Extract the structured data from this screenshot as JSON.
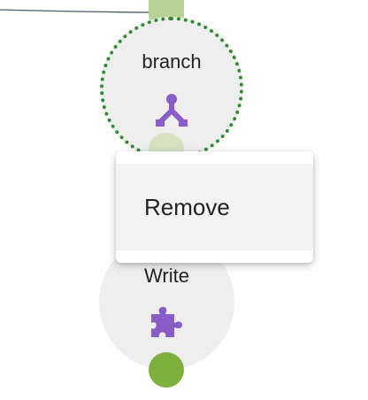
{
  "nodes": {
    "branch": {
      "label": "branch",
      "icon": "branch-icon",
      "selected": true
    },
    "write": {
      "label": "Write",
      "icon": "puzzle-piece-icon"
    }
  },
  "context_menu": {
    "items": [
      {
        "label": "Remove"
      }
    ]
  },
  "colors": {
    "node_fill": "#eeeeee",
    "selection_border": "#2e8b2e",
    "port": "#7fb03e",
    "port_faded": "#d5e3c3",
    "icon": "#8a5cc7",
    "edge": "#4a5a6a",
    "menu_bg": "#f3f3f3"
  }
}
